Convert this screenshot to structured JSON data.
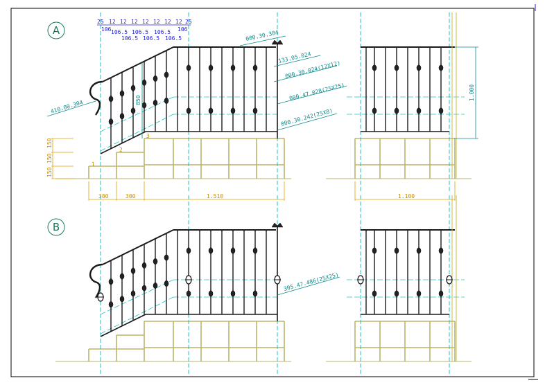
{
  "views": {
    "a": {
      "label": "A",
      "callouts": [
        "000.30.304",
        "133.05.024",
        "000.30.024(12X12)",
        "000.47.028(25X25)",
        "000.30.242(25X8)",
        "410.00.304"
      ],
      "height_label": "850",
      "step_marks": [
        "1",
        "2",
        "3"
      ],
      "top_dims": [
        [
          "25",
          "12",
          "12",
          "12",
          "12",
          "12",
          "12",
          "12",
          "25"
        ],
        [
          "106",
          "106",
          "106.5",
          "106.5",
          "106.5",
          "106.5",
          "106.5",
          "106.5"
        ]
      ],
      "bottom_dims": [
        "300",
        "300",
        "1.510"
      ],
      "left_dims": [
        "150",
        "150",
        "150"
      ],
      "side_bottom_dim": "1.100",
      "side_height_dim": "1.000"
    },
    "b": {
      "label": "B",
      "callouts": [
        "305.47.486(25X25)"
      ]
    }
  },
  "colors": {
    "frame": "#000000",
    "rail": "#1a1a1a",
    "centerline": "#19c5c5",
    "stone": "#b8b66a",
    "dimension": "#e0a000",
    "label_cyan": "#0a8a8a"
  }
}
